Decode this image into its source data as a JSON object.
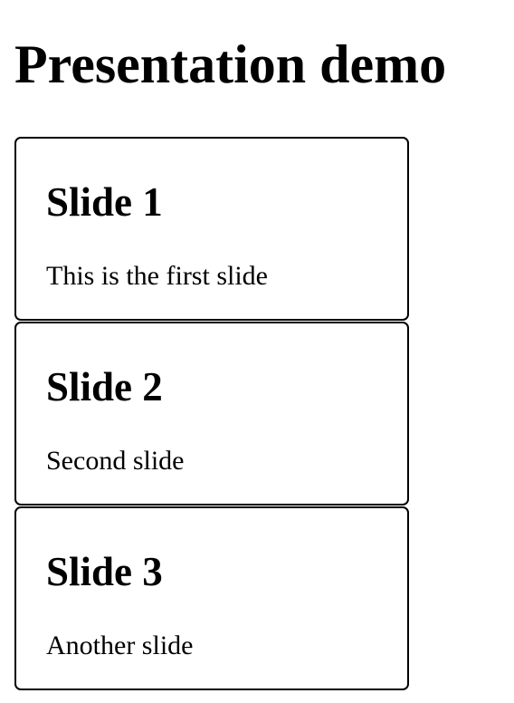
{
  "page": {
    "title": "Presentation demo"
  },
  "slides": [
    {
      "title": "Slide 1",
      "text": "This is the first slide"
    },
    {
      "title": "Slide 2",
      "text": "Second slide"
    },
    {
      "title": "Slide 3",
      "text": "Another slide"
    }
  ]
}
